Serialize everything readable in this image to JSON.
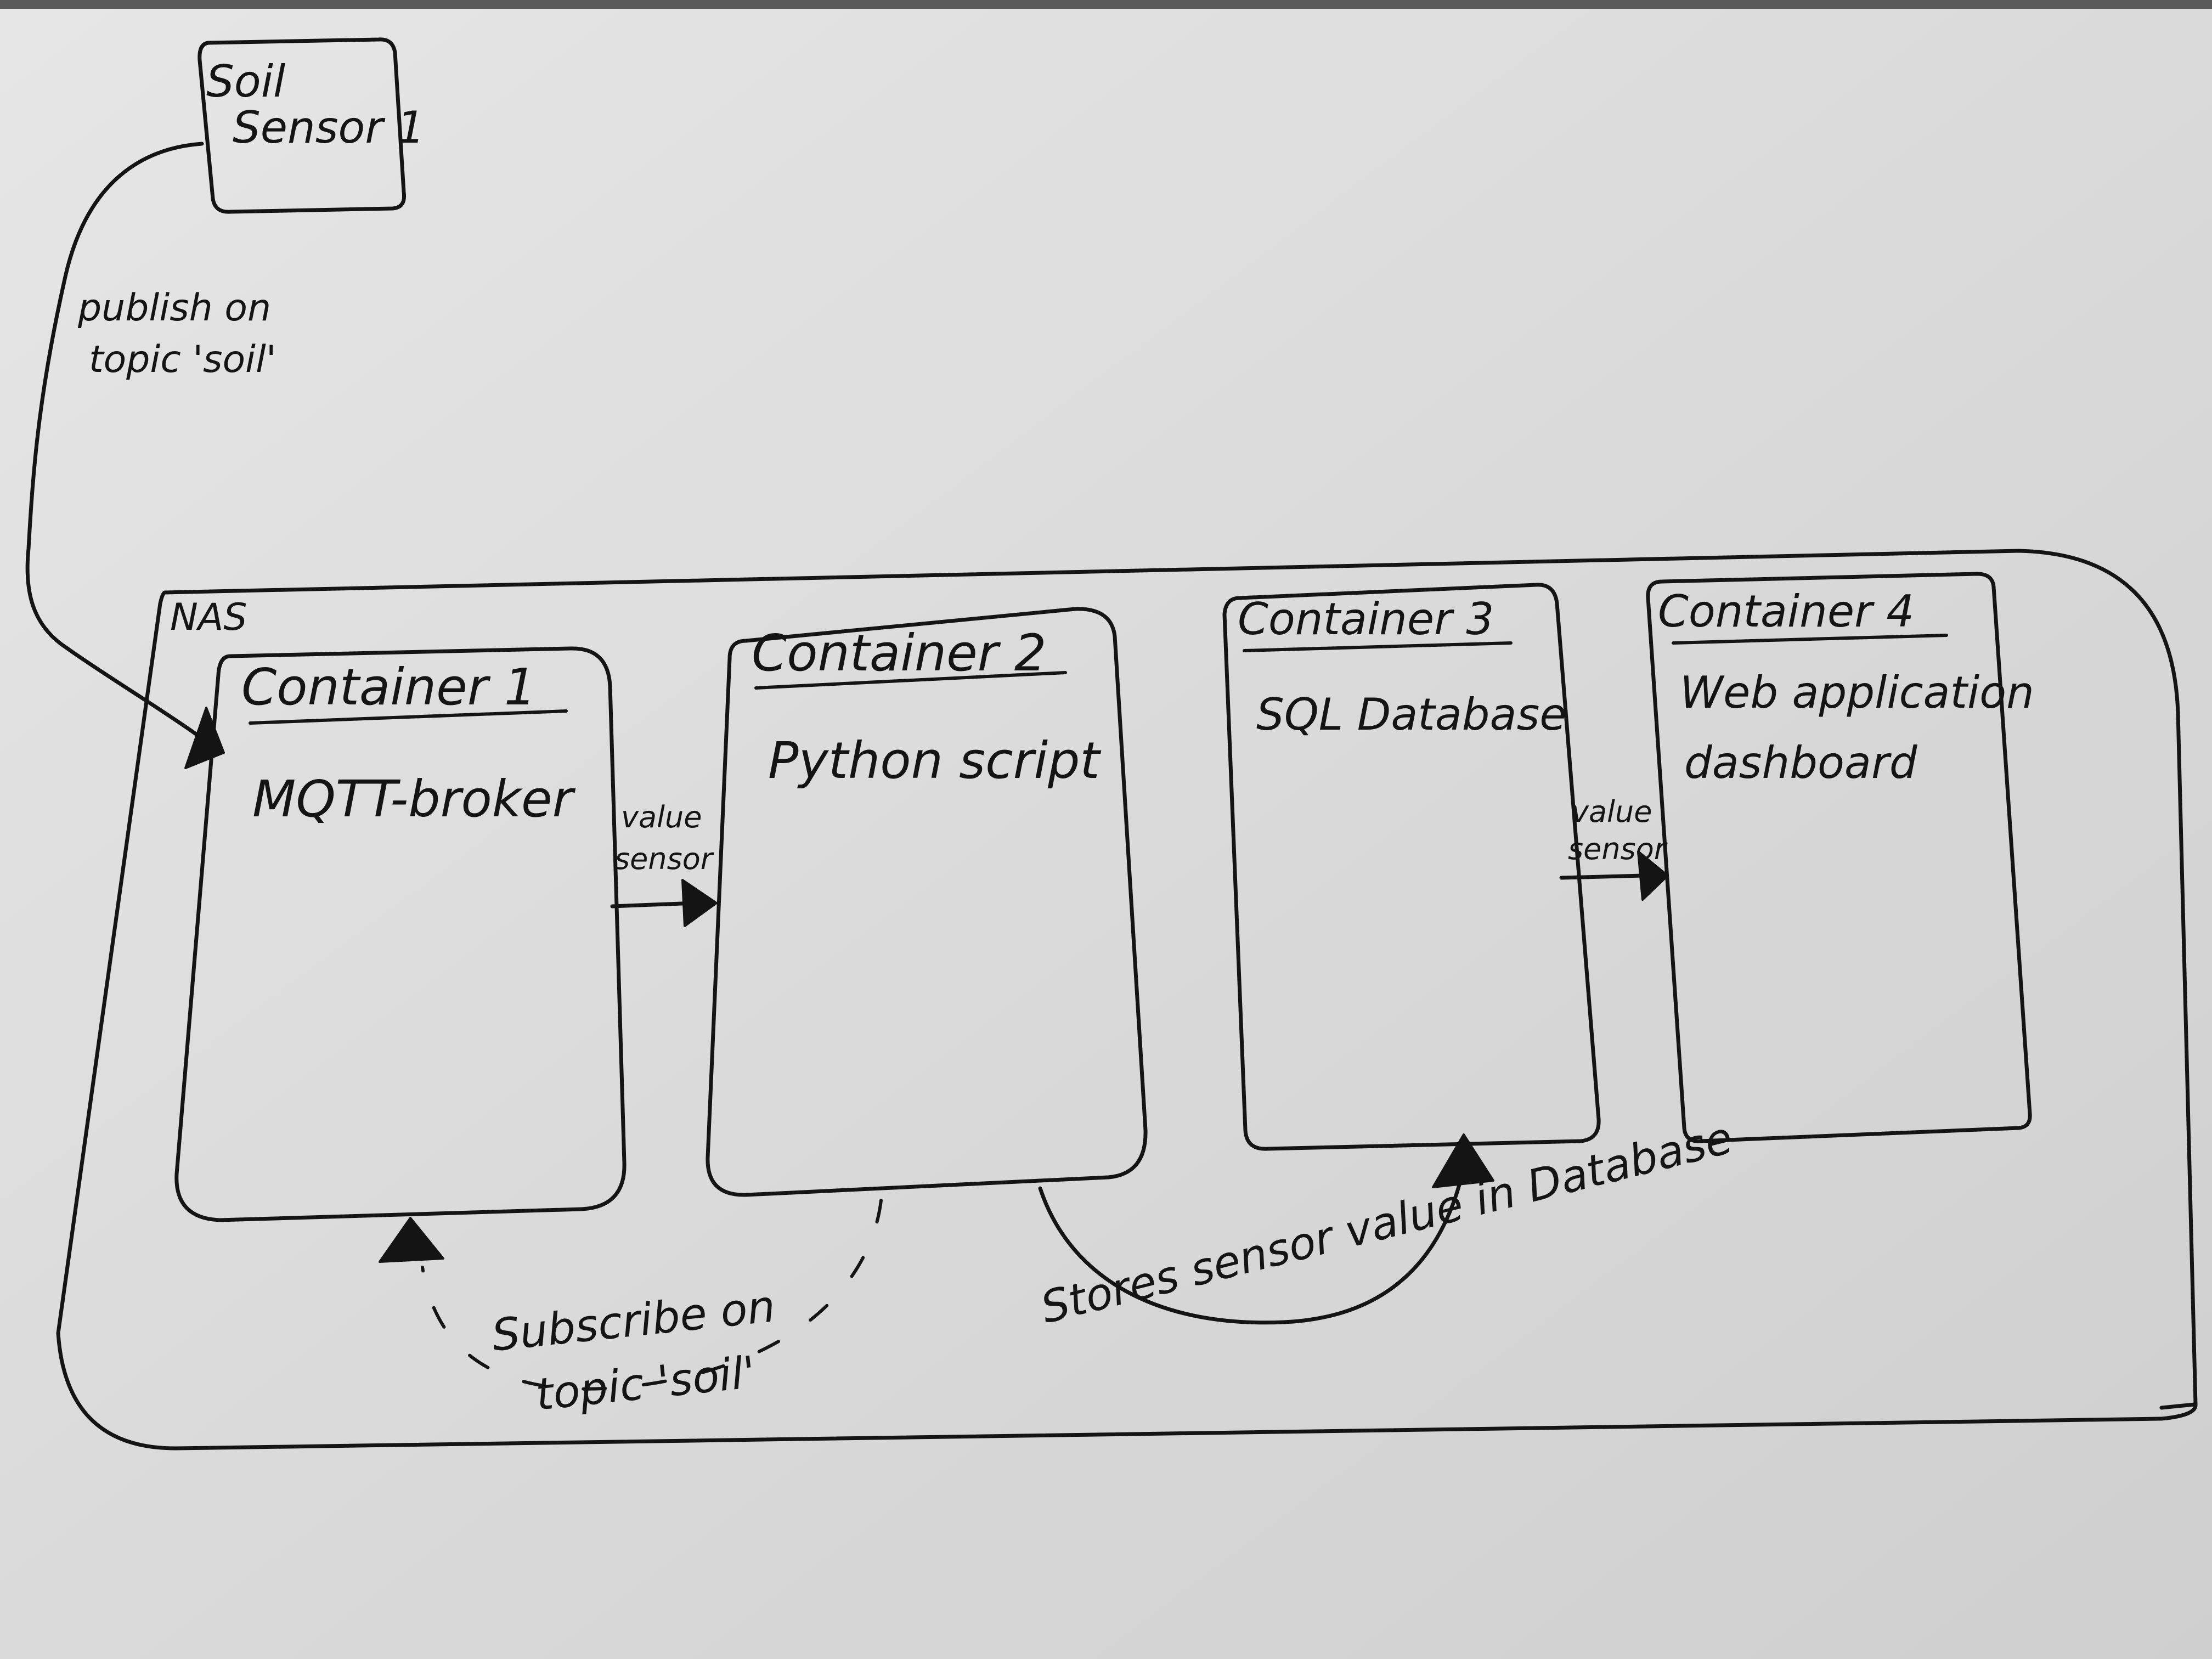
{
  "title": "",
  "sensor": {
    "label_line1": "Soil",
    "label_line2": "Sensor 1"
  },
  "nas": {
    "label": "NAS"
  },
  "containers": [
    {
      "title": "Container 1",
      "content_line1": "MQTT-broker",
      "content_line2": ""
    },
    {
      "title": "Container 2",
      "content_line1": "Python script",
      "content_line2": ""
    },
    {
      "title": "Container 3",
      "content_line1": "SQL Database",
      "content_line2": ""
    },
    {
      "title": "Container 4",
      "content_line1": "Web application",
      "content_line2": "dashboard"
    }
  ],
  "edges": {
    "publish": {
      "line1": "publish on",
      "line2": "topic 'soil'"
    },
    "broker_to_script": {
      "line1": "value",
      "line2": "sensor"
    },
    "db_to_web": {
      "line1": "value",
      "line2": "sensor"
    },
    "subscribe": {
      "line1": "Subscribe on",
      "line2": "topic 'soil'"
    },
    "store": {
      "label": "Stores sensor value in Database"
    }
  }
}
